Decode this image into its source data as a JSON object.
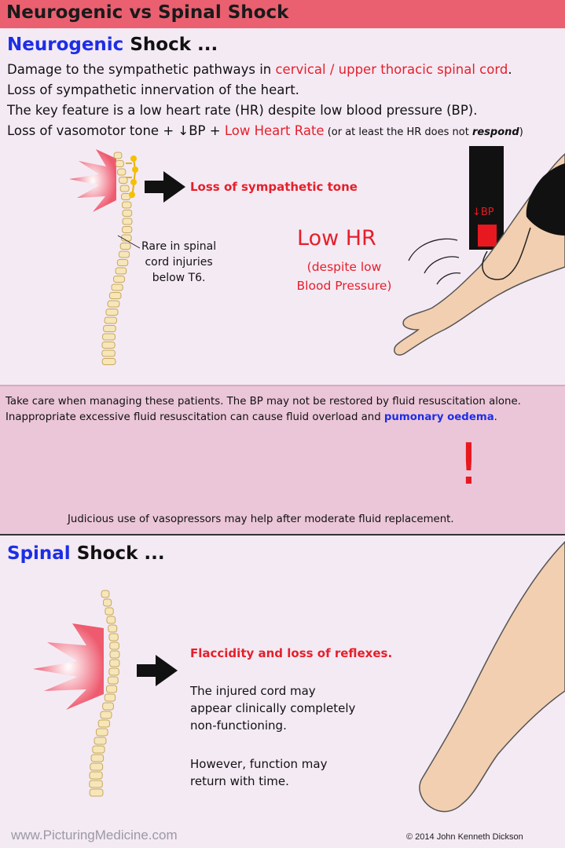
{
  "header": {
    "title": "Neurogenic vs Spinal Shock"
  },
  "neurogenic": {
    "title_colored": "Neurogenic",
    "title_rest": " Shock ...",
    "line1_pre": "Damage to the sympathetic pathways in ",
    "line1_red": "cervical / upper thoracic spinal cord",
    "line1_post": ".",
    "line2": "Loss of sympathetic innervation of the heart.",
    "line3": "The key feature is a low heart rate (HR) despite low blood pressure (BP).",
    "line4_pre": "Loss of vasomotor tone + ",
    "line4_arrow": "↓",
    "line4_mid": "BP + ",
    "line4_red": "Low Heart Rate",
    "line4_note_pre": " (or at least the HR does not ",
    "line4_note_em": "respond",
    "line4_note_post": ")",
    "loss_tone": "Loss of sympathetic tone",
    "rare_1": "Rare in spinal",
    "rare_2": "cord injuries",
    "rare_3": "below T6.",
    "low_hr": "Low HR",
    "despite_1": "(despite low",
    "despite_2": "Blood Pressure)",
    "monitor_label": "↓BP"
  },
  "care": {
    "line1": "Take care when managing these patients. The BP may not be restored by fluid resuscitation alone.",
    "line2_pre": "Inappropriate excessive fluid resuscitation can cause fluid overload and ",
    "line2_blue": "pumonary oedema",
    "line2_post": ".",
    "line3": "Judicious use of vasopressors may help after moderate fluid replacement.",
    "exclamation": "!"
  },
  "spinal": {
    "title_colored": "Spinal",
    "title_rest": " Shock ...",
    "flaccid": "Flaccidity and loss of reflexes.",
    "p1_1": "The injured cord may",
    "p1_2": "appear clinically completely",
    "p1_3": "non-functioning.",
    "p2_1": "However, function may",
    "p2_2": "return with time."
  },
  "footer": {
    "site": "www.PicturingMedicine.com",
    "copyright": "© 2014 John Kenneth Dickson"
  },
  "colors": {
    "header_bg": "#ea6070",
    "accent_red": "#e5202a",
    "accent_blue": "#1d2ee6",
    "care_bg": "#ebc6d8",
    "page_bg": "#f4eaf4",
    "skin": "#f2cfb0"
  }
}
